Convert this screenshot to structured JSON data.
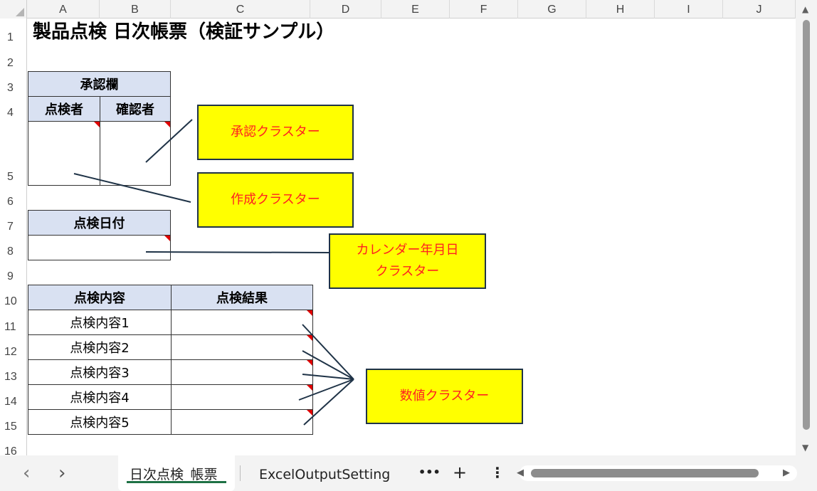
{
  "columns": [
    "A",
    "B",
    "C",
    "D",
    "E",
    "F",
    "G",
    "H",
    "I",
    "J"
  ],
  "rows": [
    "1",
    "2",
    "3",
    "4",
    "5",
    "6",
    "7",
    "8",
    "9",
    "10",
    "11",
    "12",
    "13",
    "14",
    "15",
    "16"
  ],
  "sheet": {
    "title": "製品点検 日次帳票（検証サンプル）",
    "approval_header": "承認欄",
    "inspector_label": "点検者",
    "confirmer_label": "確認者",
    "inspection_date_label": "点検日付",
    "inspection_content_label": "点検内容",
    "inspection_result_label": "点検結果",
    "items": [
      "点検内容1",
      "点検内容2",
      "点検内容3",
      "点検内容4",
      "点検内容5"
    ]
  },
  "notes": {
    "approval_cluster": "承認クラスター",
    "creation_cluster": "作成クラスター",
    "calendar_cluster_line1": "カレンダー年月日",
    "calendar_cluster_line2": "クラスター",
    "numeric_cluster": "数値クラスター"
  },
  "tabs": {
    "active": "日次点検_帳票",
    "other": "ExcelOutputSetting",
    "more": "•••",
    "add": "+",
    "menu": "⋮",
    "prev": "‹",
    "next": "›"
  },
  "colors": {
    "header_fill": "#d9e1f2",
    "note_fill": "#ffff00",
    "note_text": "#ff2020",
    "active_tab_underline": "#1e7145"
  }
}
